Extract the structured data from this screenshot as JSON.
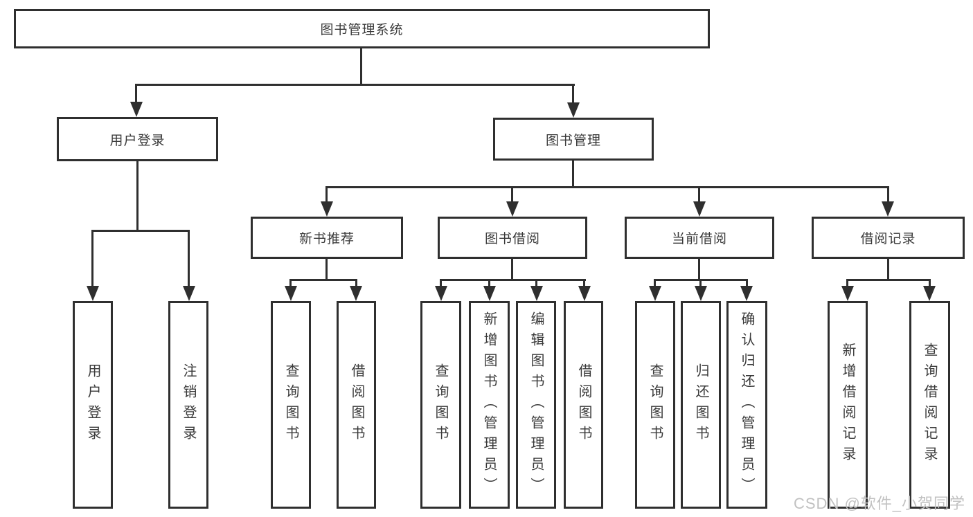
{
  "diagram": {
    "type": "hierarchy-tree",
    "title": "图书管理系统"
  },
  "tree": {
    "root": {
      "label": "图书管理系统"
    },
    "branches": [
      {
        "label": "用户登录",
        "children": [
          {
            "label": "用户登录"
          },
          {
            "label": "注销登录"
          }
        ]
      },
      {
        "label": "图书管理",
        "children": [
          {
            "label": "新书推荐",
            "children": [
              {
                "label": "查询图书"
              },
              {
                "label": "借阅图书"
              }
            ]
          },
          {
            "label": "图书借阅",
            "children": [
              {
                "label": "查询图书"
              },
              {
                "label": "新增图书（管理员）"
              },
              {
                "label": "编辑图书（管理员）"
              },
              {
                "label": "借阅图书"
              }
            ]
          },
          {
            "label": "当前借阅",
            "children": [
              {
                "label": "查询图书"
              },
              {
                "label": "归还图书"
              },
              {
                "label": "确认归还（管理员）"
              }
            ]
          },
          {
            "label": "借阅记录",
            "children": [
              {
                "label": "新增借阅记录"
              },
              {
                "label": "查询借阅记录"
              }
            ]
          }
        ]
      }
    ]
  },
  "watermark": {
    "text": "CSDN @软件_小贺同学"
  },
  "colors": {
    "line": "#2f2f2f",
    "border": "#2f2f2f",
    "text": "#3a3a3a",
    "watermark": "#c1c1c1",
    "background": "#ffffff"
  }
}
